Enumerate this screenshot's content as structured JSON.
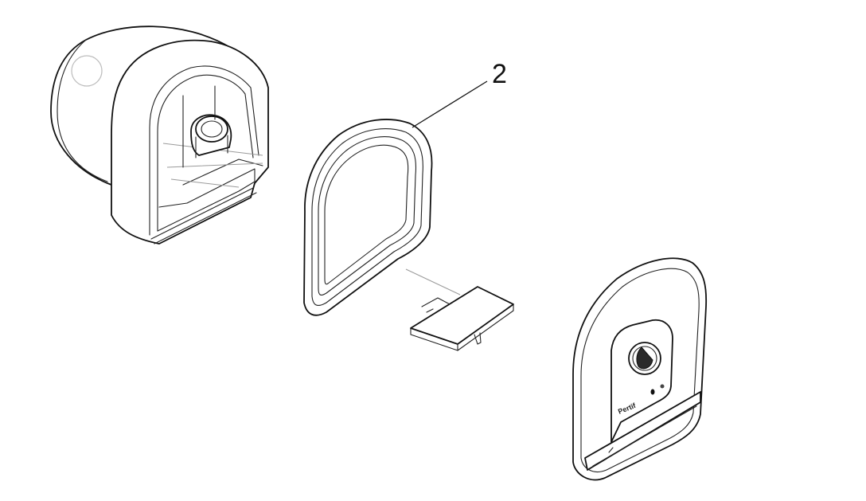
{
  "diagram": {
    "callouts": [
      {
        "label": "2",
        "target": "gasket-seal"
      }
    ],
    "brand_mark": "Pertif"
  }
}
